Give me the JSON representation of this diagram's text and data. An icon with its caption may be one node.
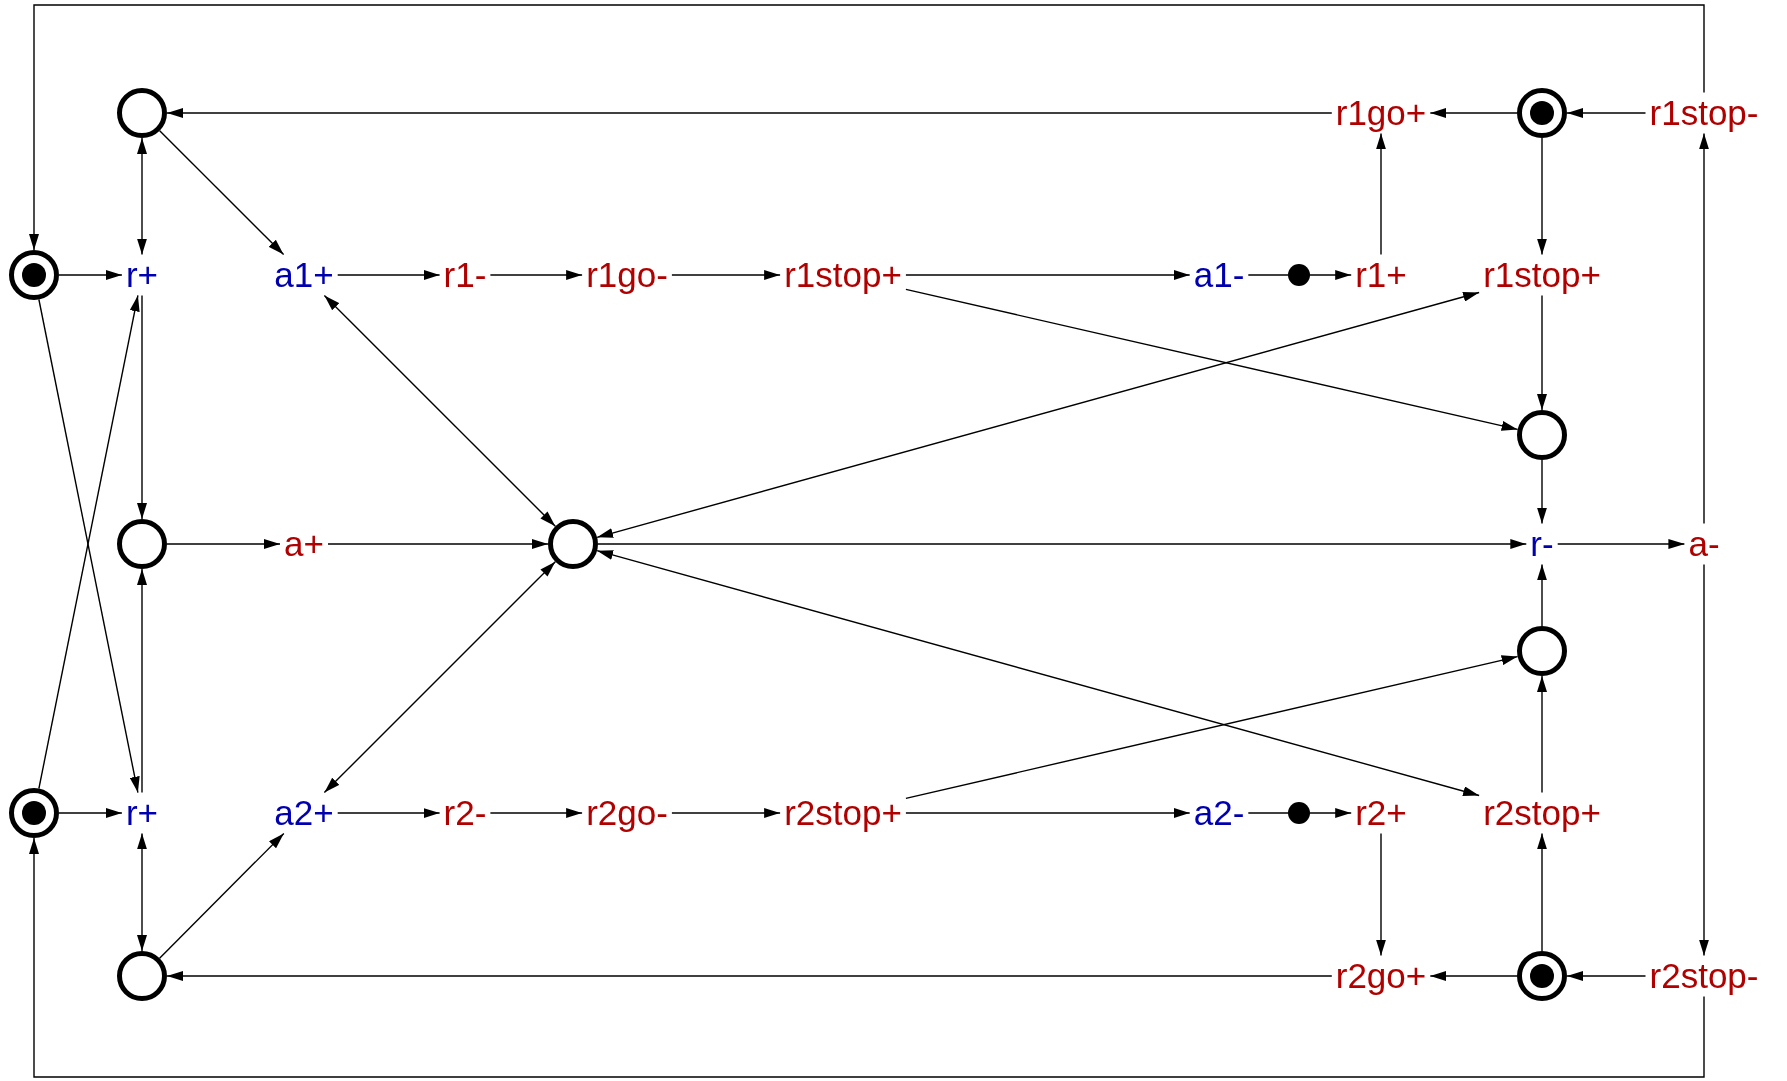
{
  "diagram": {
    "nodes": [
      {
        "text": [],
        "shape": "circle"
      },
      {
        "text": [
          "r1go+"
        ]
      },
      {
        "text": [],
        "shape": "bullseye"
      },
      {
        "text": [
          "r1stop-"
        ]
      },
      {
        "text": [],
        "shape": "bullseye"
      },
      {
        "text": [
          "r+"
        ]
      },
      {
        "text": [
          "a1+"
        ]
      },
      {
        "text": [
          "r1-"
        ]
      },
      {
        "text": [
          "r1go-"
        ]
      },
      {
        "text": [
          "r1stop+"
        ]
      },
      {
        "text": [
          "a1-"
        ]
      },
      {
        "text": [],
        "shape": "dot"
      },
      {
        "text": [
          "r1+"
        ]
      },
      {
        "text": [
          "r1stop+"
        ]
      },
      {
        "text": [],
        "shape": "circle"
      },
      {
        "text": [],
        "shape": "circle"
      },
      {
        "text": [
          "a+"
        ]
      },
      {
        "text": [],
        "shape": "circle"
      },
      {
        "text": [
          "r-"
        ]
      },
      {
        "text": [
          "a-"
        ]
      },
      {
        "text": [],
        "shape": "circle"
      },
      {
        "text": [],
        "shape": "bullseye"
      },
      {
        "text": [
          "r+"
        ]
      },
      {
        "text": [
          "a2+"
        ]
      },
      {
        "text": [
          "r2-"
        ]
      },
      {
        "text": [
          "r2go-"
        ]
      },
      {
        "text": [
          "r2stop+"
        ]
      },
      {
        "text": [
          "a2-"
        ]
      },
      {
        "text": [],
        "shape": "dot"
      },
      {
        "text": [
          "r2+"
        ]
      },
      {
        "text": [
          "r2stop+"
        ]
      },
      {
        "text": [],
        "shape": "circle"
      },
      {
        "text": [
          "r2go+"
        ]
      },
      {
        "text": [],
        "shape": "bullseye"
      },
      {
        "text": [
          "r2stop-"
        ]
      }
    ],
    "edges": [
      {
        "from": 1,
        "to": 0,
        "arrow": "to"
      },
      {
        "from": 2,
        "to": 1,
        "arrow": "to"
      },
      {
        "from": 3,
        "to": 2,
        "arrow": "to"
      },
      {
        "from": 2,
        "to": 13,
        "arrow": "to"
      },
      {
        "from": 12,
        "to": 1,
        "arrow": "to"
      },
      {
        "from": 0,
        "to": 5,
        "arrow": "both"
      },
      {
        "from": 0,
        "to": 6,
        "arrow": "to"
      },
      {
        "from": 3,
        "to": 4,
        "arrow": "to"
      },
      {
        "from": 19,
        "to": 3,
        "arrow": "to"
      },
      {
        "from": 4,
        "to": 5,
        "arrow": "to"
      },
      {
        "from": 4,
        "to": 22,
        "arrow": "to"
      },
      {
        "from": 5,
        "to": 15,
        "arrow": "to"
      },
      {
        "from": 6,
        "to": 7,
        "arrow": "to"
      },
      {
        "from": 7,
        "to": 8,
        "arrow": "to"
      },
      {
        "from": 8,
        "to": 9,
        "arrow": "to"
      },
      {
        "from": 9,
        "to": 10,
        "arrow": "to"
      },
      {
        "from": 10,
        "to": 11,
        "arrow": "none"
      },
      {
        "from": 11,
        "to": 12,
        "arrow": "to"
      },
      {
        "from": 9,
        "to": 14,
        "arrow": "to"
      },
      {
        "from": 13,
        "to": 14,
        "arrow": "to"
      },
      {
        "from": 6,
        "to": 17,
        "arrow": "both"
      },
      {
        "from": 17,
        "to": 13,
        "arrow": "both"
      },
      {
        "from": 21,
        "to": 5,
        "arrow": "to"
      },
      {
        "from": 14,
        "to": 18,
        "arrow": "to"
      },
      {
        "from": 15,
        "to": 16,
        "arrow": "to"
      },
      {
        "from": 16,
        "to": 17,
        "arrow": "to"
      },
      {
        "from": 22,
        "to": 15,
        "arrow": "to"
      },
      {
        "from": 17,
        "to": 18,
        "arrow": "to"
      },
      {
        "from": 18,
        "to": 19,
        "arrow": "to"
      },
      {
        "from": 20,
        "to": 18,
        "arrow": "to"
      },
      {
        "from": 26,
        "to": 20,
        "arrow": "to"
      },
      {
        "from": 17,
        "to": 30,
        "arrow": "both"
      },
      {
        "from": 30,
        "to": 20,
        "arrow": "to"
      },
      {
        "from": 33,
        "to": 30,
        "arrow": "to"
      },
      {
        "from": 17,
        "to": 23,
        "arrow": "both"
      },
      {
        "from": 31,
        "to": 23,
        "arrow": "to"
      },
      {
        "from": 22,
        "to": 31,
        "arrow": "both"
      },
      {
        "from": 21,
        "to": 22,
        "arrow": "to"
      },
      {
        "from": 23,
        "to": 24,
        "arrow": "to"
      },
      {
        "from": 24,
        "to": 25,
        "arrow": "to"
      },
      {
        "from": 25,
        "to": 26,
        "arrow": "to"
      },
      {
        "from": 26,
        "to": 27,
        "arrow": "to"
      },
      {
        "from": 27,
        "to": 28,
        "arrow": "none"
      },
      {
        "from": 28,
        "to": 29,
        "arrow": "to"
      },
      {
        "from": 29,
        "to": 32,
        "arrow": "to"
      },
      {
        "from": 32,
        "to": 31,
        "arrow": "to"
      },
      {
        "from": 33,
        "to": 32,
        "arrow": "to"
      },
      {
        "from": 34,
        "to": 33,
        "arrow": "to"
      },
      {
        "from": 19,
        "to": 34,
        "arrow": "to"
      },
      {
        "from": 34,
        "to": 21,
        "arrow": "to"
      }
    ]
  }
}
